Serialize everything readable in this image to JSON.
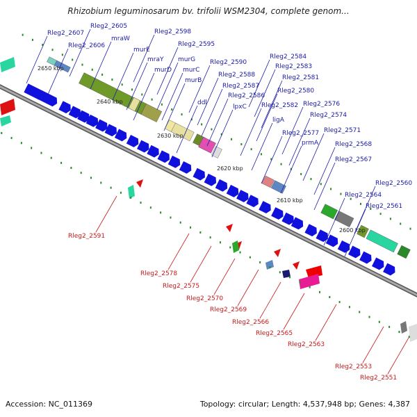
{
  "title": "Rhizobium leguminosarum bv. trifolii WSM2304, complete genom...",
  "accession_label": "Accession: NC_011369",
  "summary_label": "Topology: circular; Length: 4,537,948 bp; Genes: 4,387",
  "scale_labels": [
    "2650 kbp",
    "2640 kbp",
    "2630 kbp",
    "2620 kbp",
    "2610 kbp",
    "2600 kbp"
  ],
  "forward_genes": [
    "Rleg2_2607",
    "Rleg2_2605",
    "Rleg2_2606",
    "mraW",
    "Rleg2_2598",
    "murE",
    "Rleg2_2595",
    "mraY",
    "murG",
    "murD",
    "murC",
    "murB",
    "Rleg2_2590",
    "ddl",
    "Rleg2_2588",
    "Rleg2_2587",
    "Rleg2_2586",
    "lpxC",
    "Rleg2_2584",
    "Rleg2_2583",
    "Rleg2_2581",
    "Rleg2_2580",
    "Rleg2_2582",
    "ligA",
    "Rleg2_2576",
    "Rleg2_2574",
    "Rleg2_2577",
    "prmA",
    "Rleg2_2571",
    "Rleg2_2568",
    "Rleg2_2567",
    "Rleg2_2564",
    "Rleg2_2560",
    "Rleg2_2561"
  ],
  "reverse_genes": [
    "Rleg2_2591",
    "Rleg2_2578",
    "Rleg2_2575",
    "Rleg2_2570",
    "Rleg2_2569",
    "Rleg2_2566",
    "Rleg2_2565",
    "Rleg2_2563",
    "Rleg2_2553",
    "Rleg2_2551"
  ],
  "colors": {
    "forward": "#1111dd",
    "reverse": "#dd1111",
    "backbone": "#888888",
    "tick": "#2a8a2a"
  }
}
